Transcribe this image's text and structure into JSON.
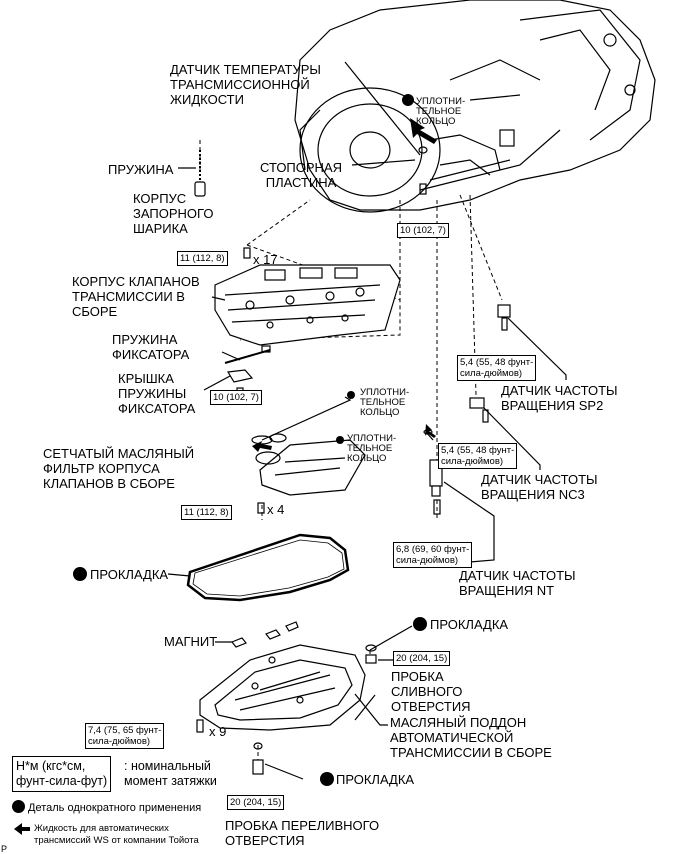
{
  "labels": {
    "temp_sensor": "ДАТЧИК ТЕМПЕРАТУРЫ\nТРАНСМИССИОННОЙ\nЖИДКОСТИ",
    "o_ring_top": "УПЛОТНИ-\nТЕЛЬНОЕ\nКОЛЬЦО",
    "stop_plate": "СТОПОРНАЯ\nПЛАСТИНА",
    "spring": "ПРУЖИНА",
    "ball_body": "КОРПУС\nЗАПОРНОГО\nШАРИКА",
    "valve_body": "КОРПУС КЛАПАНОВ\nТРАНСМИССИИ В\nСБОРЕ",
    "detent_spring": "ПРУЖИНА\nФИКСАТОРА",
    "detent_cover": "КРЫШКА\nПРУЖИНЫ\nФИКСАТОРА",
    "o_ring_mid": "УПЛОТНИ-\nТЕЛЬНОЕ\nКОЛЬЦО",
    "o_ring_nt": "УПЛОТНИ-\nТЕЛЬНОЕ\nКОЛЬЦО",
    "strainer": "СЕТЧАТЫЙ МАСЛЯНЫЙ\nФИЛЬТР КОРПУСА\nКЛАПАНОВ В СБОРЕ",
    "sp2": "ДАТЧИК ЧАСТОТЫ\nВРАЩЕНИЯ SP2",
    "nc3": "ДАТЧИК ЧАСТОТЫ\nВРАЩЕНИЯ NC3",
    "nt": "ДАТЧИК ЧАСТОТЫ\nВРАЩЕНИЯ NT",
    "gasket_pan": "ПРОКЛАДКА",
    "magnet": "МАГНИТ",
    "gasket_drain": "ПРОКЛАДКА",
    "drain_plug": "ПРОБКА\nСЛИВНОГО\nОТВЕРСТИЯ",
    "oil_pan": "МАСЛЯНЫЙ ПОДДОН\nАВТОМАТИЧЕСКОЙ\nТРАНСМИССИИ В СБОРЕ",
    "gasket_fill": "ПРОКЛАДКА",
    "overflow_plug": "ПРОБКА ПЕРЕЛИВНОГО\nОТВЕРСТИЯ"
  },
  "torques": {
    "t_10_top": "10 (102, 7)",
    "t_11_top": "11 (112, 8)",
    "x17": "x 17",
    "t_10_mid": "10 (102, 7)",
    "t_54_a": "5,4 (55, 48 фунт-\nсила-дюймов)",
    "t_54_b": "5,4 (55, 48 фунт-\nсила-дюймов)",
    "t_11_low": "11 (112, 8)",
    "x4": "x 4",
    "t_68": "6,8 (69, 60 фунт-\nсила-дюймов)",
    "t_20_drain": "20 (204, 15)",
    "t_74": "7,4 (75, 65 фунт-\nсила-дюймов)",
    "x9": "x 9",
    "t_20_fill": "20 (204, 15)"
  },
  "legend": {
    "unit_box": "Н*м (кгс*см,\nфунт-сила-фут)",
    "unit_desc": ": номинальный\nмомент затяжки",
    "single_use": "Деталь однократного применения",
    "fluid": "Жидкость для автоматических\nтрансмиссий WS от компании Тойота"
  },
  "corner_mark": "P"
}
